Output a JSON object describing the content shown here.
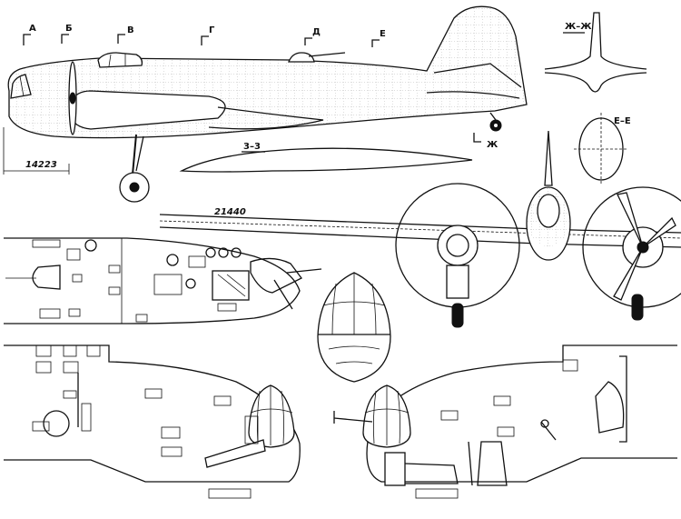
{
  "sections": {
    "A": "А",
    "B": "Б",
    "V": "В",
    "G": "Г",
    "D": "Д",
    "E": "Е",
    "Zh": "Ж"
  },
  "section_views": {
    "zh_zh": "Ж–Ж",
    "e_e": "Е–Е",
    "z_z": "3–3"
  },
  "dimensions": {
    "length": "14223",
    "span": "21440"
  }
}
